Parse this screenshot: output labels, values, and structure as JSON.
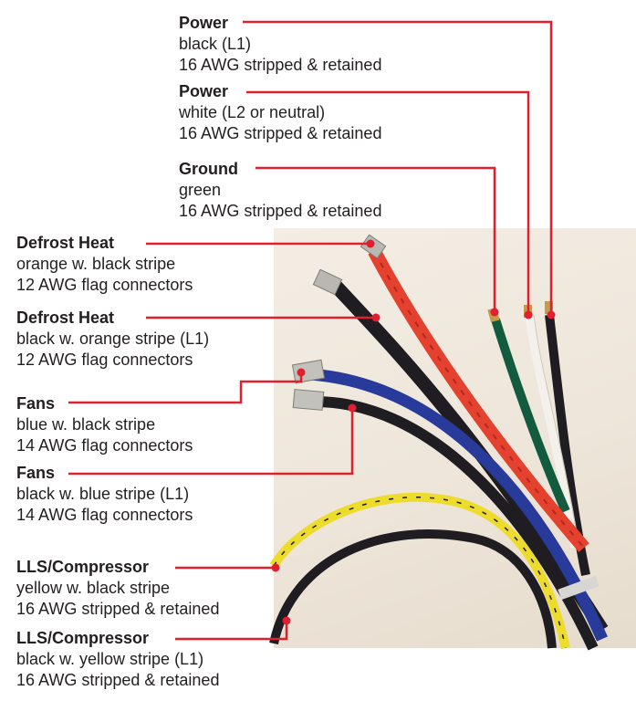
{
  "labels": [
    {
      "id": "power-l1",
      "title": "Power",
      "lines": [
        "black  (L1)",
        "16 AWG stripped & retained"
      ]
    },
    {
      "id": "power-l2",
      "title": "Power",
      "lines": [
        "white (L2 or neutral)",
        "16 AWG stripped & retained"
      ]
    },
    {
      "id": "ground",
      "title": "Ground",
      "lines": [
        "green",
        "16 AWG stripped & retained"
      ]
    },
    {
      "id": "defrost-1",
      "title": "Defrost Heat",
      "lines": [
        "orange w. black stripe",
        "12 AWG flag connectors"
      ]
    },
    {
      "id": "defrost-2",
      "title": "Defrost Heat",
      "lines": [
        "black w. orange stripe (L1)",
        "12 AWG flag connectors"
      ]
    },
    {
      "id": "fans-1",
      "title": "Fans",
      "lines": [
        "blue w. black stripe",
        "14 AWG flag connectors"
      ]
    },
    {
      "id": "fans-2",
      "title": "Fans",
      "lines": [
        "black w. blue stripe (L1)",
        "14 AWG flag connectors"
      ]
    },
    {
      "id": "lls-1",
      "title": "LLS/Compressor",
      "lines": [
        "yellow w. black stripe",
        "16 AWG stripped & retained"
      ]
    },
    {
      "id": "lls-2",
      "title": "LLS/Compressor",
      "lines": [
        "black w. yellow stripe (L1)",
        "16 AWG stripped & retained"
      ]
    }
  ],
  "colors": {
    "leader": "#e0202e",
    "text": "#231f20",
    "wire_black": "#1f1d22",
    "wire_orange": "#e4412f",
    "wire_blue": "#283a9a",
    "wire_green": "#135b3e",
    "wire_white": "#f4f1ec",
    "wire_yellow": "#eddc2c"
  }
}
